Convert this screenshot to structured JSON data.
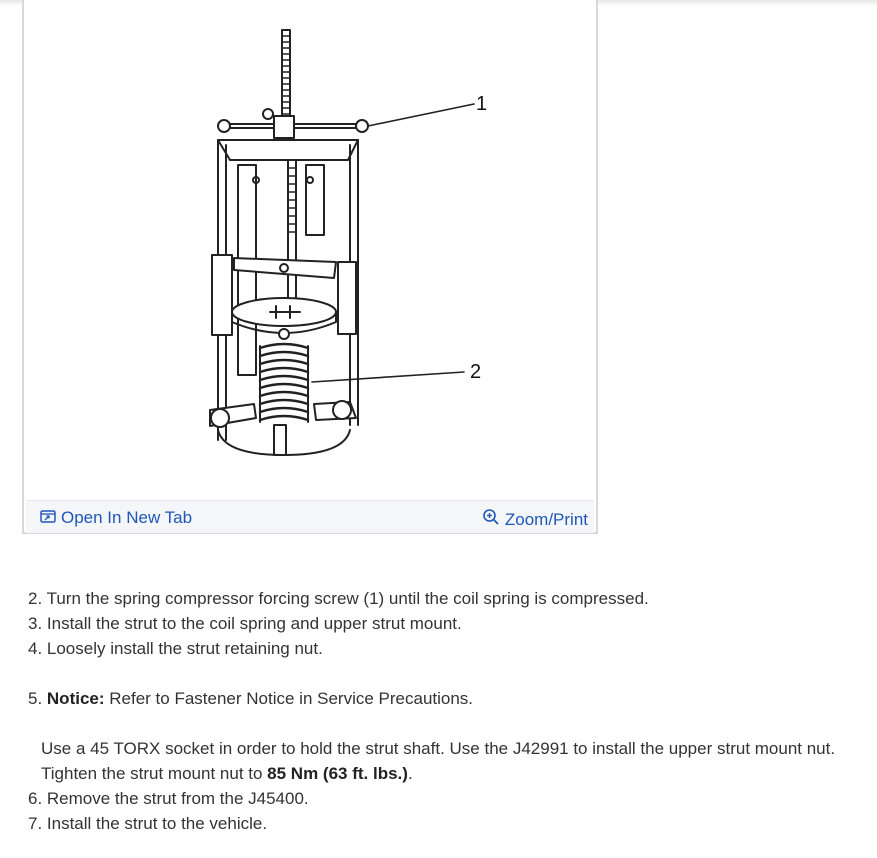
{
  "figure": {
    "callouts": [
      "1",
      "2"
    ],
    "toolbar": {
      "open_new_tab": "Open In New Tab",
      "zoom_print": "Zoom/Print"
    }
  },
  "steps": {
    "s2": "2. Turn the spring compressor forcing screw (1) until the coil spring is compressed.",
    "s3": "3. Install the strut to the coil spring and upper strut mount.",
    "s4": "4. Loosely install the strut retaining nut.",
    "s5_prefix": "5. ",
    "s5_notice_label": "Notice:",
    "s5_notice_text": " Refer to Fastener Notice in Service Precautions.",
    "s5_body_line1": "Use a 45 TORX socket in order to hold the strut shaft. Use the J42991 to install the upper strut mount nut.",
    "s5_body_line2_prefix": "Tighten the strut mount nut to ",
    "s5_body_line2_bold": "85 Nm (63 ft. lbs.)",
    "s5_body_line2_suffix": ".",
    "s6": "6. Remove the strut from the J45400.",
    "s7": "7. Install the strut to the vehicle."
  },
  "icons": [
    "open-new-tab-icon",
    "zoom-icon"
  ],
  "colors": {
    "link": "#1f57b7",
    "toolbar_bg": "#f4f6fa",
    "text": "#333333"
  }
}
